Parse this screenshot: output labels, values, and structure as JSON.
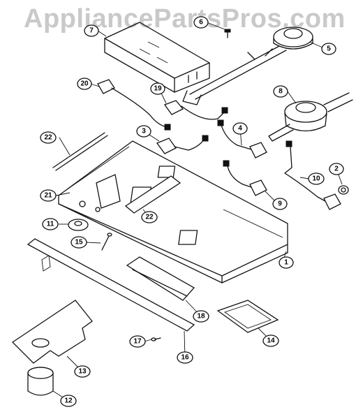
{
  "watermark": "AppliancePartsPros.com",
  "callouts": [
    {
      "id": "1",
      "label": "1"
    },
    {
      "id": "2",
      "label": "2"
    },
    {
      "id": "3",
      "label": "3"
    },
    {
      "id": "4",
      "label": "4"
    },
    {
      "id": "5",
      "label": "5"
    },
    {
      "id": "6",
      "label": "6"
    },
    {
      "id": "7",
      "label": "7"
    },
    {
      "id": "8",
      "label": "8"
    },
    {
      "id": "9",
      "label": "9"
    },
    {
      "id": "10",
      "label": "10"
    },
    {
      "id": "11",
      "label": "11"
    },
    {
      "id": "12",
      "label": "12"
    },
    {
      "id": "13",
      "label": "13"
    },
    {
      "id": "14",
      "label": "14"
    },
    {
      "id": "15",
      "label": "15"
    },
    {
      "id": "16",
      "label": "16"
    },
    {
      "id": "17",
      "label": "17"
    },
    {
      "id": "18",
      "label": "18"
    },
    {
      "id": "19",
      "label": "19"
    },
    {
      "id": "20",
      "label": "20"
    },
    {
      "id": "21",
      "label": "21"
    },
    {
      "id": "22a",
      "label": "22"
    },
    {
      "id": "22b",
      "label": "22"
    }
  ]
}
